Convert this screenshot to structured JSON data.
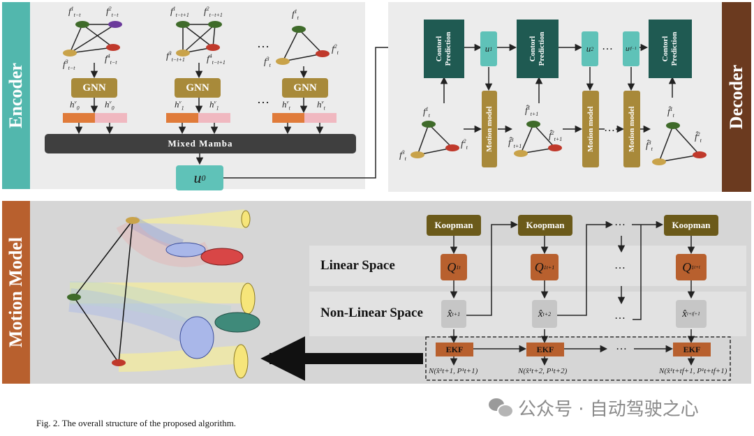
{
  "encoder": {
    "title": "Encoder",
    "gnn_label": "GNN",
    "mixed_mamba_label": "Mixed  Mamba",
    "u0_label": "u",
    "u0_sub": "0",
    "ellipsis": "…",
    "graph1": {
      "n1": "f",
      "n1_sup": "1",
      "n1_sub": "t−t",
      "n2": "f",
      "n2_sup": "2",
      "n2_sub": "t−t",
      "n3": "f",
      "n3_sup": "3",
      "n3_sub": "t−t",
      "n4": "f",
      "n4_sup": "4",
      "n4_sub": "t−t",
      "h1": "h",
      "h1_sup": "v",
      "h1_sub": "0",
      "h2": "h",
      "h2_sup": "v",
      "h2_sub": "0"
    },
    "graph2": {
      "n1": "f",
      "n1_sup": "1",
      "n1_sub": "t−t+1",
      "n2": "f",
      "n2_sup": "2",
      "n2_sub": "t−t+1",
      "n3": "f",
      "n3_sup": "3",
      "n3_sub": "t−t+1",
      "n4": "f",
      "n4_sup": "4",
      "n4_sub": "t−t+1",
      "h1": "h",
      "h1_sup": "v",
      "h1_sub": "1",
      "h2": "h",
      "h2_sup": "v",
      "h2_sub": "1"
    },
    "graph3": {
      "n1": "f",
      "n1_sup": "1",
      "n1_sub": "t",
      "n2": "f",
      "n2_sup": "2",
      "n2_sub": "t",
      "n3": "f",
      "n3_sup": "3",
      "n3_sub": "t",
      "h1": "h",
      "h1_sup": "v",
      "h1_sub": "t",
      "h2": "h",
      "h2_sup": "v",
      "h2_sub": "t"
    }
  },
  "decoder": {
    "title": "Decoder",
    "control_prediction": "Contorl Prediction",
    "motion_model": "Motion model",
    "u1": "u",
    "u1_sub": "1",
    "u2": "u",
    "u2_sub": "2",
    "utf": "u",
    "utf_sub": "tf−1",
    "ellipsis": "…",
    "g1": {
      "n1": "f",
      "n1_sup": "1",
      "n1_sub": "t",
      "n2": "f",
      "n2_sup": "2",
      "n2_sub": "t",
      "n3": "f",
      "n3_sup": "3",
      "n3_sub": "t"
    },
    "g2": {
      "n1": "f̂",
      "n1_sup": "1",
      "n1_sub": "t+1",
      "n2": "f̂",
      "n2_sup": "2",
      "n2_sub": "t+1",
      "n3": "f̂",
      "n3_sup": "3",
      "n3_sub": "t+1"
    },
    "g3": {
      "n1": "f̂",
      "n1_sup": "1",
      "n1_sub": "t",
      "n2": "f̂",
      "n2_sup": "2",
      "n2_sub": "t",
      "n3": "f̂",
      "n3_sup": "3",
      "n3_sub": "t"
    }
  },
  "motion_model": {
    "title": "Motion Model",
    "koopman": "Koopman",
    "linear_space": "Linear Space",
    "nonlinear_space": "Non-Linear Space",
    "ekf": "EKF",
    "ellipsis": "…",
    "q1": {
      "sym": "Q",
      "sup": "1",
      "sub": "t"
    },
    "q2": {
      "sym": "Q",
      "sup": "1",
      "sub": "t+1"
    },
    "q3": {
      "sym": "Q",
      "sup": "1",
      "sub": "t+t"
    },
    "x1": {
      "sym": "x̂",
      "sub": "t+1"
    },
    "x2": {
      "sym": "x̂",
      "sub": "t+2"
    },
    "x3": {
      "sym": "x̂",
      "sub": "t+tf+1"
    },
    "n1": "N(x̂¹t+1, P¹t+1)",
    "n2": "N(x̂¹t+2, P¹t+2)",
    "n3": "N(x̂¹t+tf+1, P¹t+tf+1)"
  },
  "caption": "Fig. 2.  The overall structure of the proposed algorithm.",
  "watermark": "公众号 · 自动驾驶之心",
  "colors": {
    "encoder_side": "#52b7ad",
    "decoder_side": "#6b3a1f",
    "motion_side": "#b8602e",
    "gnn": "#a88a3a",
    "mamba": "#3f3f3f",
    "u_box": "#5fc2b8",
    "control_box": "#1f5a52",
    "motion_box": "#a8893a",
    "koopman": "#6b5a1a",
    "q_box": "#b8602e",
    "ekf": "#b8602e",
    "orange_bar": "#e07b3a",
    "pink_bar": "#f0b8c0",
    "car_green": "#3f6b2a",
    "car_purple": "#6b3a9b",
    "car_red": "#c0392b",
    "car_tan": "#c9a34a"
  }
}
